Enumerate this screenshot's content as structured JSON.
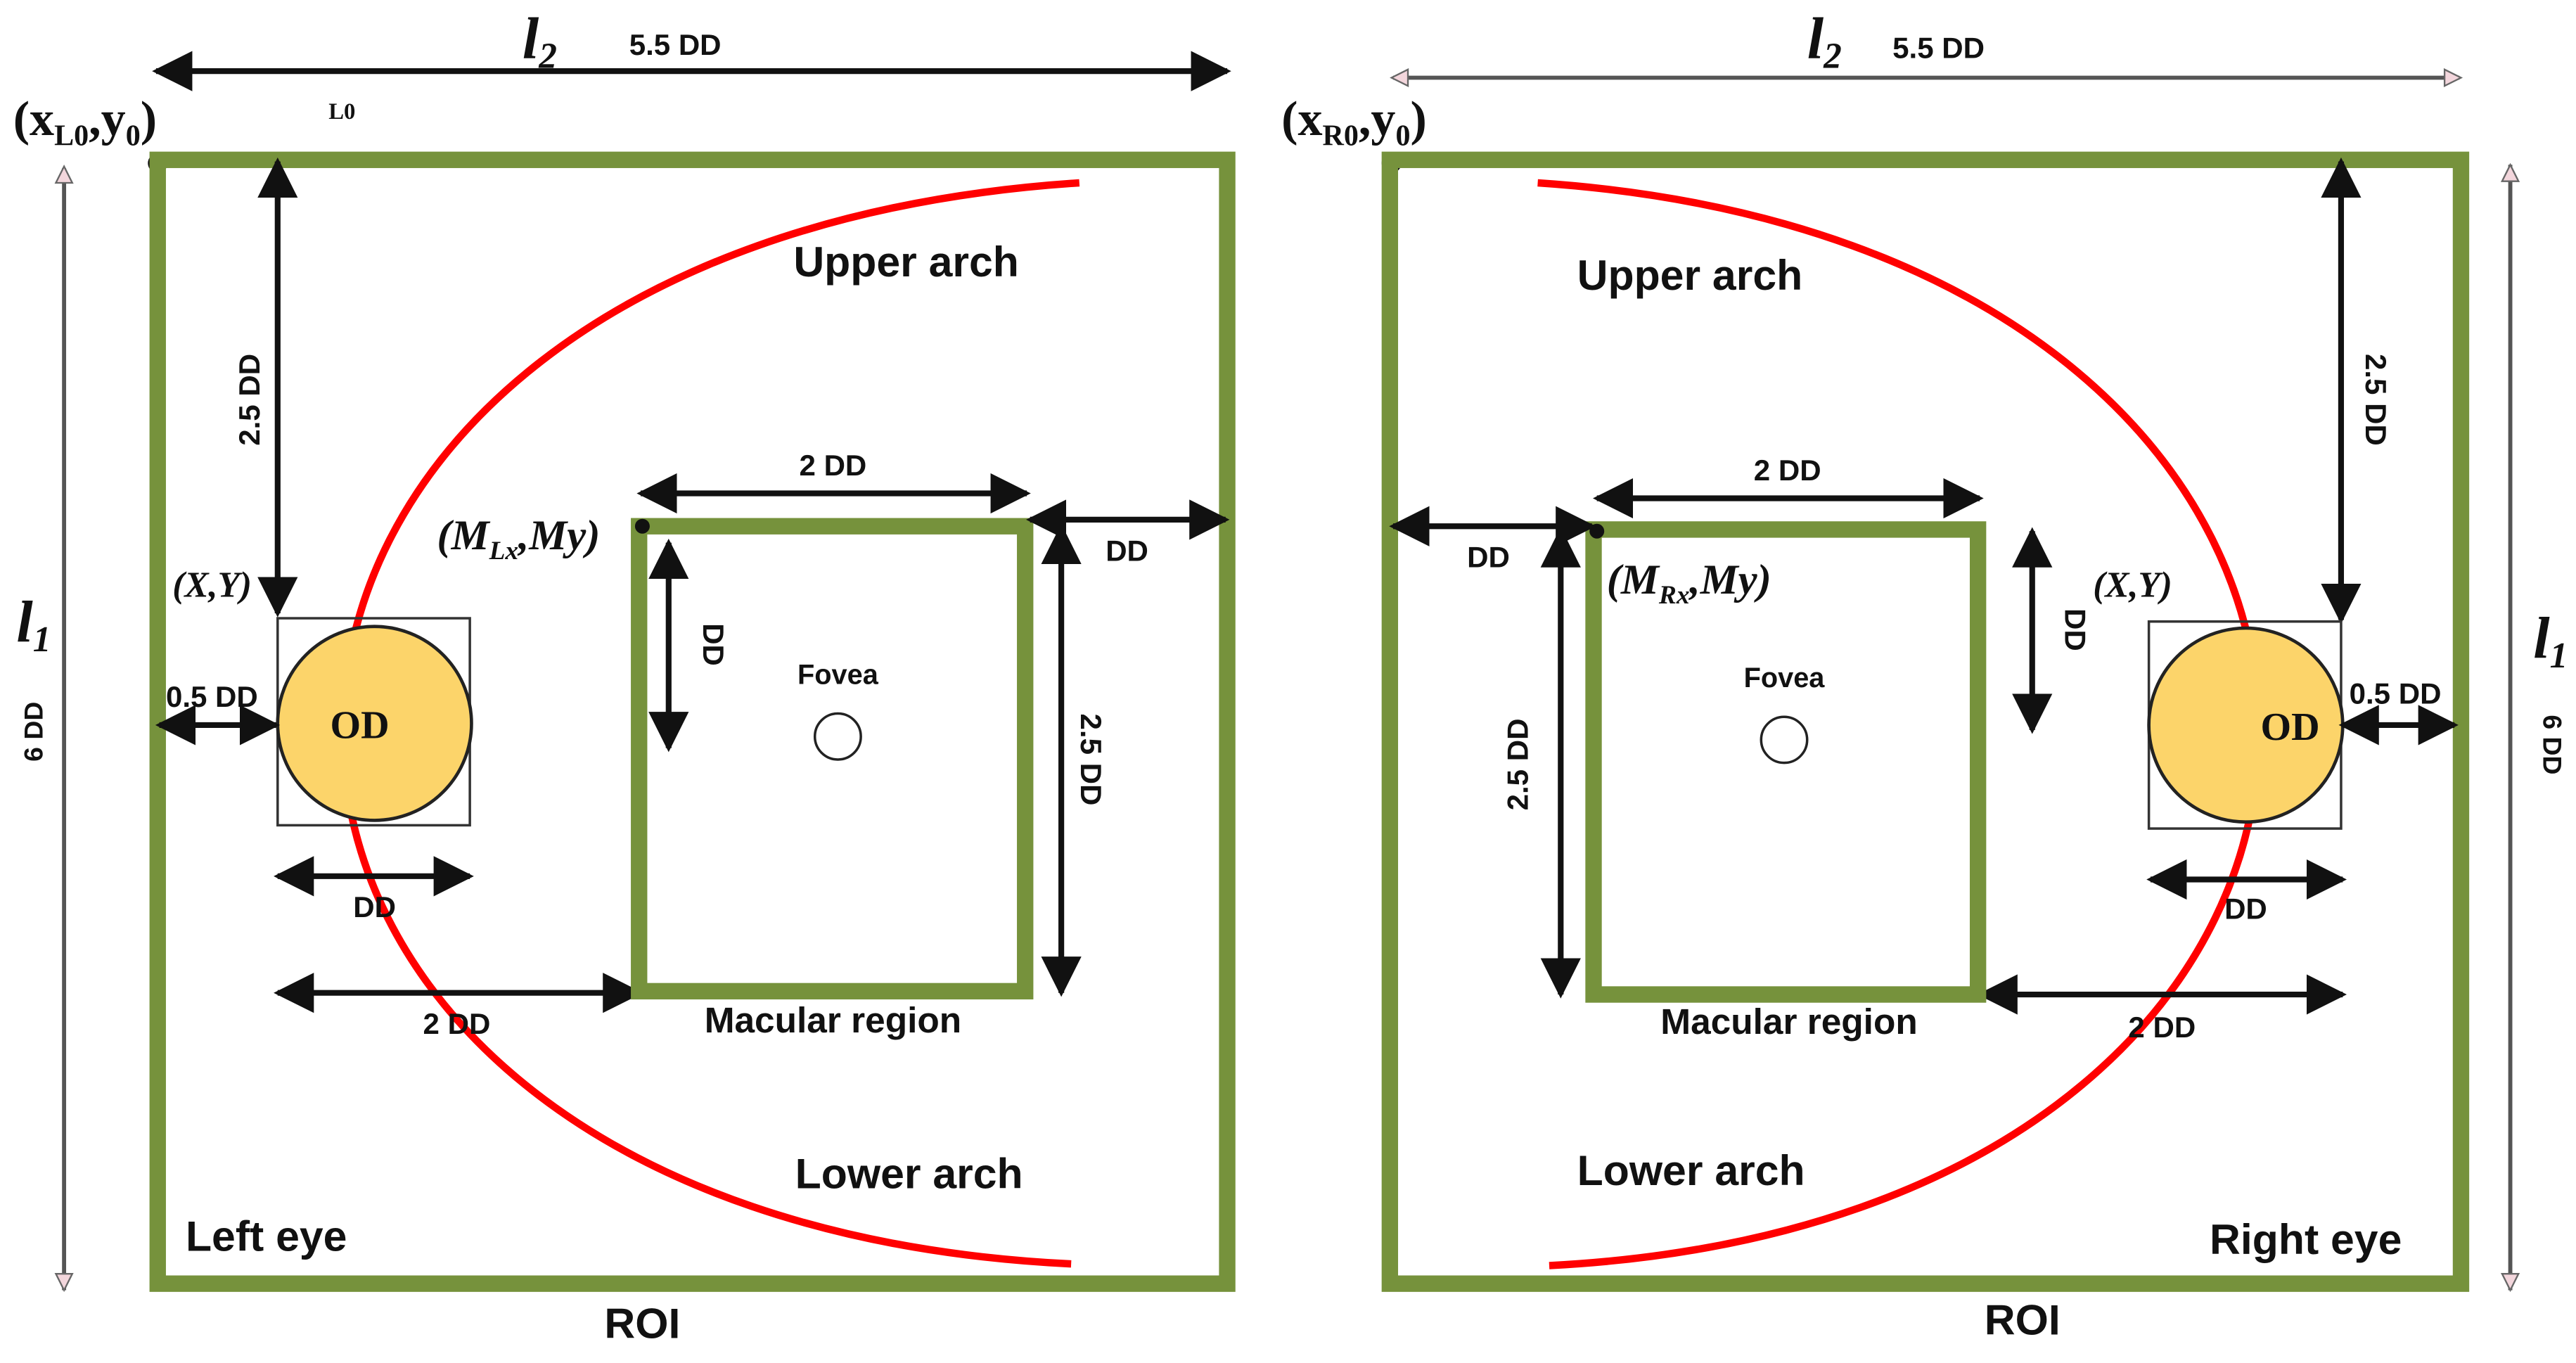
{
  "colors": {
    "roi_border": "#76923c",
    "arch_curve": "#ff0000",
    "optic_disc_fill": "#fcd46a",
    "text": "#111111"
  },
  "left": {
    "eye_label": "Left eye",
    "roi_label": "ROI",
    "upper_arch": "Upper arch",
    "lower_arch": "Lower arch",
    "macular_region": "Macular region",
    "fovea": "Fovea",
    "od": "OD",
    "origin_label": "(x",
    "origin_sub": "L0",
    "origin_rest": ",y",
    "origin_sub2": "0",
    "origin_close": ")",
    "stray_label": "L0",
    "xy_label": "(X,Y)",
    "macula_corner_open": "(M",
    "macula_corner_sub": "Lx",
    "macula_corner_rest": ",My)",
    "l2": "l",
    "l2_sub": "2",
    "l1": "l",
    "l1_sub": "1",
    "width_dd": "5.5 DD",
    "height_dd": "6 DD",
    "od_top_offset": "2.5 DD",
    "od_left_offset": "0.5 DD",
    "od_width": "DD",
    "od_to_macula": "2 DD",
    "macula_width": "2 DD",
    "macula_height": "2.5 DD",
    "macula_right_offset": "DD",
    "macula_dd": "DD"
  },
  "right": {
    "eye_label": "Right eye",
    "roi_label": "ROI",
    "upper_arch": "Upper arch",
    "lower_arch": "Lower arch",
    "macular_region": "Macular region",
    "fovea": "Fovea",
    "od": "OD",
    "origin_label": "(x",
    "origin_sub": "R0",
    "origin_rest": ",y",
    "origin_sub2": "0",
    "origin_close": ")",
    "xy_label": "(X,Y)",
    "macula_corner_open": "(M",
    "macula_corner_sub": "Rx",
    "macula_corner_rest": ",My)",
    "l2": "l",
    "l2_sub": "2",
    "l1": "l",
    "l1_sub": "1",
    "width_dd": "5.5 DD",
    "height_dd": "6 DD",
    "od_top_offset": "2.5 DD",
    "od_right_offset": "0.5 DD",
    "od_width": "DD",
    "od_to_macula": "2 DD",
    "macula_width": "2 DD",
    "macula_height": "2.5 DD",
    "macula_left_offset": "DD",
    "macula_dd": "DD"
  }
}
